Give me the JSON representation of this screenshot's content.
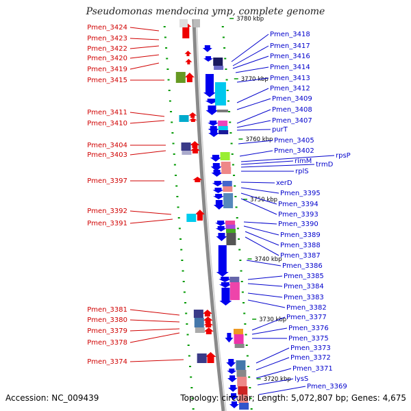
{
  "title": "Pseudomonas mendocina ymp, complete genome",
  "footer": {
    "accession": "Accession: NC_009439",
    "summary": "Topology: circular; Length: 5,072,807 bp; Genes: 4,675"
  },
  "colors": {
    "left_label": "#d00000",
    "right_label": "#0000cc",
    "backbone": "#8a8a8a",
    "tick": "#009900",
    "forward_gene": "#ee0000",
    "reverse_gene": "#0000ee"
  },
  "kbp_markers": [
    "3780 kbp",
    "3770 kbp",
    "3760 kbp",
    "3750 kbp",
    "3740 kbp",
    "3730 kbp",
    "3720 kbp"
  ],
  "left_labels": [
    "Pmen_3424",
    "Pmen_3423",
    "Pmen_3422",
    "Pmen_3420",
    "Pmen_3419",
    "Pmen_3415",
    "Pmen_3411",
    "Pmen_3410",
    "Pmen_3404",
    "Pmen_3403",
    "Pmen_3397",
    "Pmen_3392",
    "Pmen_3391",
    "Pmen_3381",
    "Pmen_3380",
    "Pmen_3379",
    "Pmen_3378",
    "Pmen_3374"
  ],
  "right_labels": [
    "Pmen_3418",
    "Pmen_3417",
    "Pmen_3416",
    "Pmen_3414",
    "Pmen_3413",
    "Pmen_3412",
    "Pmen_3409",
    "Pmen_3408",
    "Pmen_3407",
    "purT",
    "Pmen_3405",
    "Pmen_3402",
    "rpsP",
    "rimM",
    "trmD",
    "rplS",
    "xerD",
    "Pmen_3395",
    "Pmen_3394",
    "Pmen_3393",
    "Pmen_3390",
    "Pmen_3389",
    "Pmen_3388",
    "Pmen_3387",
    "Pmen_3386",
    "Pmen_3385",
    "Pmen_3384",
    "Pmen_3383",
    "Pmen_3382",
    "Pmen_3377",
    "Pmen_3376",
    "Pmen_3375",
    "Pmen_3373",
    "Pmen_3372",
    "Pmen_3371",
    "lysS",
    "Pmen_3369"
  ]
}
